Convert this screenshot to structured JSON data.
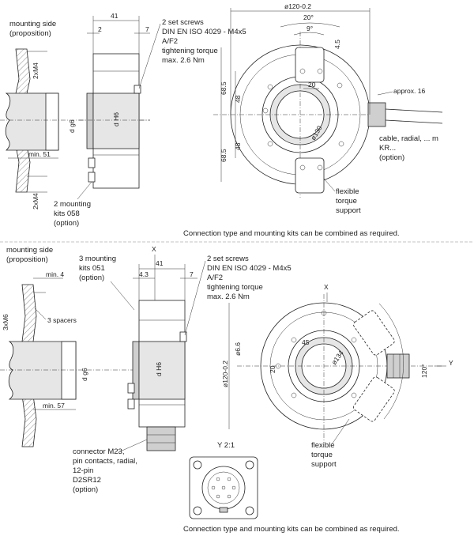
{
  "top": {
    "mounting_side": [
      "mounting side",
      "(proposition)"
    ],
    "screws": [
      "2 set screws",
      "DIN EN ISO 4029 - M4x5",
      "A/F2",
      "tightening torque",
      "max. 2.6 Nm"
    ],
    "kits": [
      "2 mounting",
      "kits 058",
      "(option)"
    ],
    "cable": [
      "cable, radial, ... m",
      "KR...",
      "(option)"
    ],
    "support": [
      "flexible",
      "torque",
      "support"
    ],
    "dims": {
      "d41": "41",
      "d2": "2",
      "d7": "7",
      "dia120": "ø120-0.2",
      "a20": "20°",
      "a9": "9°",
      "d4_5": "4.5",
      "d20": "20",
      "approx16": "approx. 16",
      "d68_5a": "68.5",
      "d48a": "48",
      "d48b": "48",
      "d68_5b": "68.5",
      "dia130": "ø130",
      "dg6": "d g6",
      "dH6": "d H6",
      "min51": "min. 51",
      "m4a": "2xM4",
      "m4b": "2xM4"
    },
    "note": "Connection type and mounting kits can be combined as required."
  },
  "bottom": {
    "mounting_side": [
      "mounting side",
      "(proposition)"
    ],
    "kits": [
      "3 mounting",
      "kits 051",
      "(option)"
    ],
    "screws": [
      "2 set screws",
      "DIN EN ISO 4029 - M4x5",
      "A/F2",
      "tightening torque",
      "max. 2.6 Nm"
    ],
    "spacers": "3 spacers",
    "connector": [
      "connector M23,",
      "pin contacts, radial,",
      "12-pin",
      "D2SR12",
      "(option)"
    ],
    "support": [
      "flexible",
      "torque",
      "support"
    ],
    "view_y": "Y  2:1",
    "dims": {
      "x_top": "X",
      "x_right": "X",
      "y_right": "Y",
      "d41": "41",
      "d4_3": "4.3",
      "d7": "7",
      "min4": "min. 4",
      "m6": "3xM6",
      "dg6": "d g6",
      "dH6": "d H6",
      "min57": "min. 57",
      "dia120": "ø120-0.2",
      "dia6_6": "ø6.6",
      "d20": "20",
      "d45": "45",
      "dia134": "ø134",
      "a120": "120°"
    },
    "note": "Connection type and mounting kits can be combined as required."
  }
}
